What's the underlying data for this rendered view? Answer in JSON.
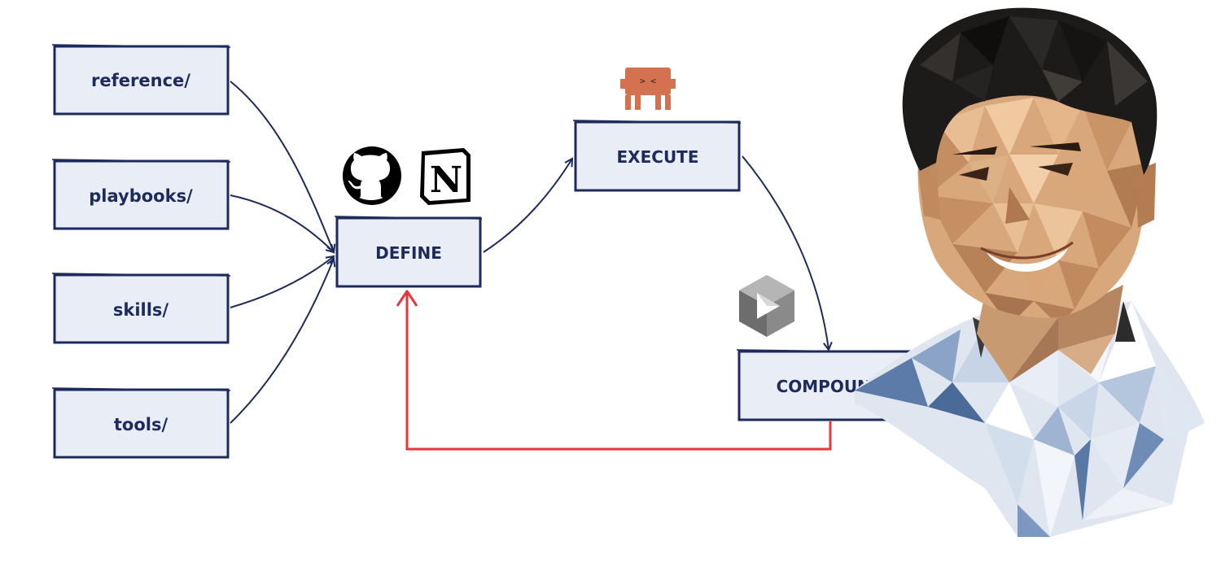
{
  "nodes": {
    "reference": "reference/",
    "playbooks": "playbooks/",
    "skills": "skills/",
    "tools": "tools/",
    "define": "DEFINE",
    "execute": "EXECUTE",
    "compound": "COMPOUND"
  },
  "logos": {
    "notion_letter": "N",
    "agent_face": "> <"
  },
  "colors": {
    "box_fill": "#e8edf6",
    "box_stroke": "#1e2a5c",
    "arrow": "#1e2a5c",
    "feedback_arrow": "#e8363b",
    "agent": "#d4714e"
  },
  "icons": {
    "github": "github-icon",
    "notion": "notion-icon",
    "agent": "robot-agent-icon",
    "cube": "cube-icon",
    "portrait": "portrait"
  }
}
